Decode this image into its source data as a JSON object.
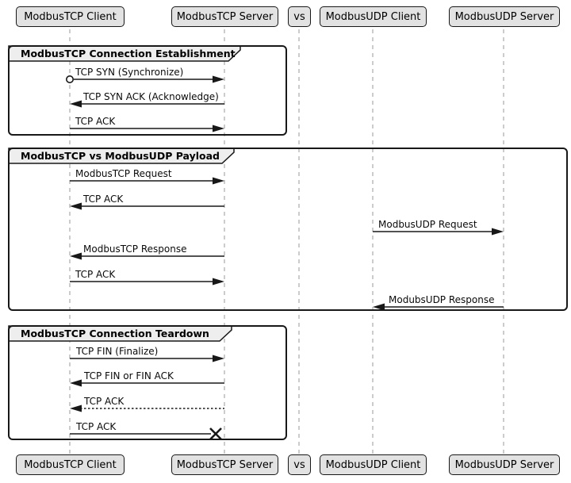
{
  "participants": [
    {
      "label": "ModbusTCP Client"
    },
    {
      "label": "ModbusTCP Server"
    },
    {
      "label": "vs"
    },
    {
      "label": "ModbusUDP Client"
    },
    {
      "label": "ModbusUDP Server"
    }
  ],
  "groups": [
    {
      "title": "ModbusTCP Connection Establishment"
    },
    {
      "title": "ModbusTCP vs ModbusUDP Payload"
    },
    {
      "title": "ModbusTCP Connection Teardown"
    }
  ],
  "messages": [
    {
      "label": "TCP SYN (Synchronize)",
      "from": "ModbusTCP Client",
      "to": "ModbusTCP Server",
      "line": "solid",
      "start": "open-circle",
      "end": "arrow"
    },
    {
      "label": "TCP SYN ACK (Acknowledge)",
      "from": "ModbusTCP Server",
      "to": "ModbusTCP Client",
      "line": "solid",
      "start": "none",
      "end": "arrow"
    },
    {
      "label": "TCP ACK",
      "from": "ModbusTCP Client",
      "to": "ModbusTCP Server",
      "line": "solid",
      "start": "none",
      "end": "arrow"
    },
    {
      "label": "ModbusTCP Request",
      "from": "ModbusTCP Client",
      "to": "ModbusTCP Server",
      "line": "solid",
      "start": "none",
      "end": "arrow"
    },
    {
      "label": "TCP ACK",
      "from": "ModbusTCP Server",
      "to": "ModbusTCP Client",
      "line": "solid",
      "start": "none",
      "end": "arrow"
    },
    {
      "label": "ModbusUDP Request",
      "from": "ModbusUDP Client",
      "to": "ModbusUDP Server",
      "line": "solid",
      "start": "none",
      "end": "arrow"
    },
    {
      "label": "ModbusTCP Response",
      "from": "ModbusTCP Server",
      "to": "ModbusTCP Client",
      "line": "solid",
      "start": "none",
      "end": "arrow"
    },
    {
      "label": "TCP ACK",
      "from": "ModbusTCP Client",
      "to": "ModbusTCP Server",
      "line": "solid",
      "start": "none",
      "end": "arrow"
    },
    {
      "label": "ModubsUDP Response",
      "from": "ModbusUDP Server",
      "to": "ModbusUDP Client",
      "line": "solid",
      "start": "none",
      "end": "arrow"
    },
    {
      "label": "TCP FIN (Finalize)",
      "from": "ModbusTCP Client",
      "to": "ModbusTCP Server",
      "line": "solid",
      "start": "none",
      "end": "arrow"
    },
    {
      "label": "TCP FIN or FIN ACK",
      "from": "ModbusTCP Server",
      "to": "ModbusTCP Client",
      "line": "solid",
      "start": "none",
      "end": "arrow"
    },
    {
      "label": "TCP ACK",
      "from": "ModbusTCP Server",
      "to": "ModbusTCP Client",
      "line": "dotted",
      "start": "none",
      "end": "arrow"
    },
    {
      "label": "TCP ACK",
      "from": "ModbusTCP Client",
      "to": "ModbusTCP Server",
      "line": "solid",
      "start": "none",
      "end": "lost-x"
    }
  ],
  "colors": {
    "background": "#ffffff",
    "participant_fill": "#e2e2e2",
    "frame_header_fill": "#eeeeee",
    "line": "#181818",
    "lifeline": "#999999"
  }
}
